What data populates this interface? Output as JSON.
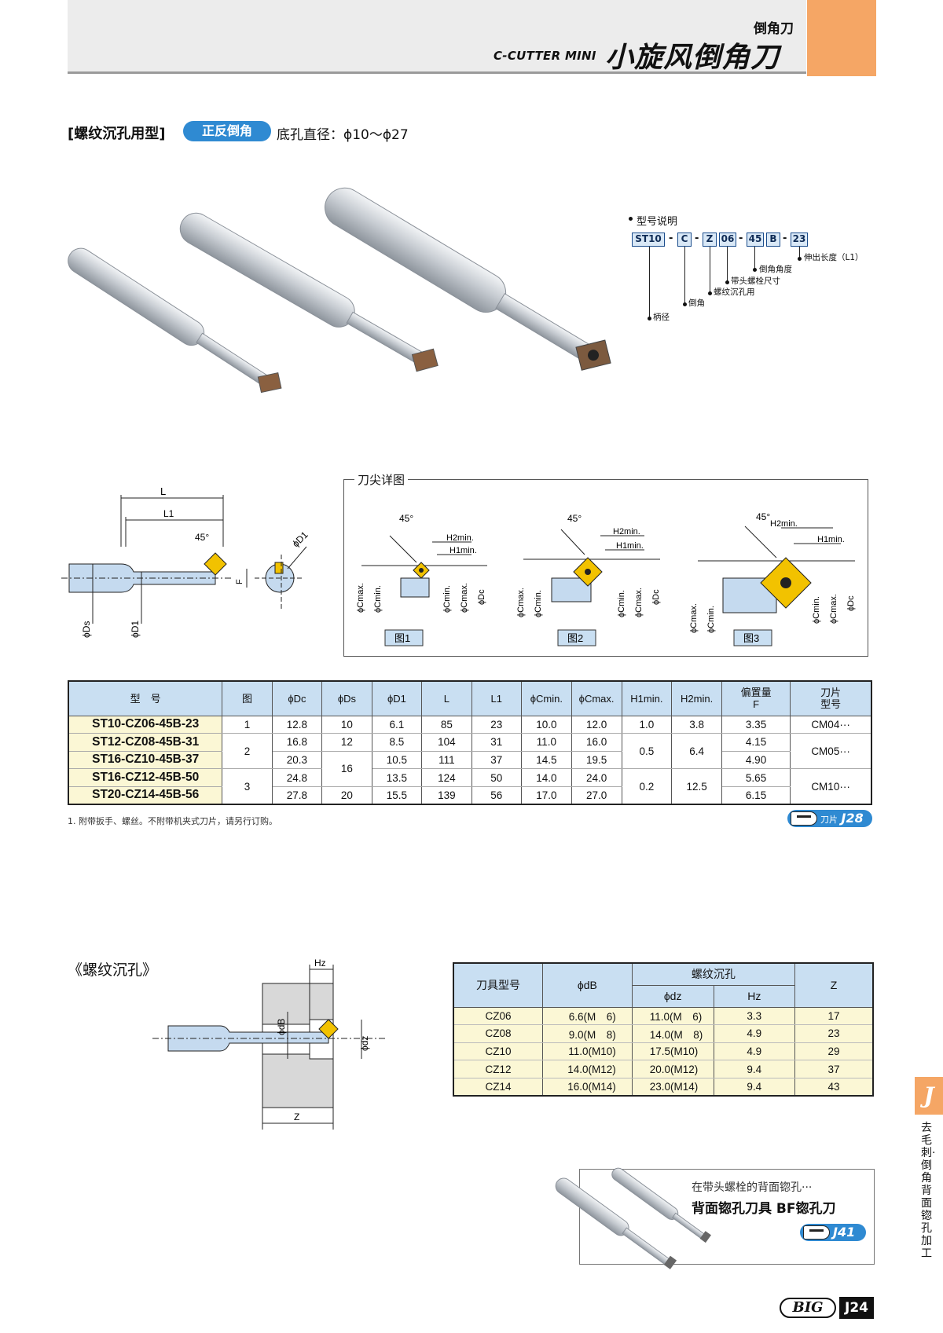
{
  "header": {
    "subtitle": "倒角刀",
    "product_en": "C-CUTTER MINI",
    "product_cn": "小旋风倒角刀"
  },
  "section": {
    "title": "[螺纹沉孔用型]",
    "badge": "正反倒角",
    "description": "底孔直径：ϕ10～ϕ27"
  },
  "model_code": {
    "heading": "型号说明",
    "parts": [
      "ST10",
      "C",
      "Z",
      "06",
      "45",
      "B",
      "23"
    ],
    "labels": [
      "柄径",
      "倒角",
      "螺纹沉孔用",
      "带头螺栓尺寸",
      "倒角角度",
      "伸出长度（L1）"
    ]
  },
  "dimension_drawing": {
    "L": "L",
    "L1": "L1",
    "angle": "45°",
    "Ds": "ϕDs",
    "D1": "ϕD1",
    "D1_side": "ϕD1",
    "F": "F"
  },
  "tip_detail": {
    "title": "刀尖详图",
    "figures": [
      "图1",
      "图2",
      "图3"
    ],
    "angle": "45°",
    "H1": "H1min.",
    "H2": "H2min.",
    "Cmax": "ϕCmax.",
    "Cmin": "ϕCmin.",
    "Dc": "ϕDc"
  },
  "spec_table": {
    "headers": [
      "型　号",
      "图",
      "ϕDc",
      "ϕDs",
      "ϕD1",
      "L",
      "L1",
      "ϕCmin.",
      "ϕCmax.",
      "H1min.",
      "H2min.",
      "偏置量\nF",
      "刀片\n型号"
    ],
    "rows": [
      {
        "model": "ST10-CZ06-45B-23",
        "fig": "1",
        "dc": "12.8",
        "ds": "10",
        "d1": "6.1",
        "l": "85",
        "l1": "23",
        "cmin": "10.0",
        "cmax": "12.0",
        "h1": "1.0",
        "h2": "3.8",
        "f": "3.35",
        "insert": "CM04···"
      },
      {
        "model": "ST12-CZ08-45B-31",
        "fig": "2",
        "dc": "16.8",
        "ds": "12",
        "d1": "8.5",
        "l": "104",
        "l1": "31",
        "cmin": "11.0",
        "cmax": "16.0",
        "h1": "0.5",
        "h2": "6.4",
        "f": "4.15",
        "insert": "CM05···"
      },
      {
        "model": "ST16-CZ10-45B-37",
        "dc": "20.3",
        "ds": "16",
        "d1": "10.5",
        "l": "111",
        "l1": "37",
        "cmin": "14.5",
        "cmax": "19.5",
        "f": "4.90"
      },
      {
        "model": "ST16-CZ12-45B-50",
        "fig": "3",
        "dc": "24.8",
        "d1": "13.5",
        "l": "124",
        "l1": "50",
        "cmin": "14.0",
        "cmax": "24.0",
        "h1": "0.2",
        "h2": "12.5",
        "f": "5.65",
        "insert": "CM10···"
      },
      {
        "model": "ST20-CZ14-45B-56",
        "dc": "27.8",
        "ds": "20",
        "d1": "15.5",
        "l": "139",
        "l1": "56",
        "cmin": "17.0",
        "cmax": "27.0",
        "f": "6.15"
      }
    ]
  },
  "footnote": "1. 附带扳手、螺丝。不附带机夹式刀片，请另行订购。",
  "ref_insert": {
    "label": "刀片",
    "page": "J28"
  },
  "section2": {
    "title": "《螺纹沉孔》",
    "drawing": {
      "Hz": "Hz",
      "dB": "ϕdB",
      "dz": "ϕdz",
      "Z": "Z"
    }
  },
  "csk_table": {
    "headers": {
      "model": "刀具型号",
      "db": "ϕdB",
      "group": "螺纹沉孔",
      "dz": "ϕdz",
      "hz": "Hz",
      "z": "Z"
    },
    "rows": [
      {
        "model": "CZ06",
        "db": "6.6(M　6)",
        "dz": "11.0(M　6)",
        "hz": "3.3",
        "z": "17"
      },
      {
        "model": "CZ08",
        "db": "9.0(M　8)",
        "dz": "14.0(M　8)",
        "hz": "4.9",
        "z": "23"
      },
      {
        "model": "CZ10",
        "db": "11.0(M10)",
        "dz": "17.5(M10)",
        "hz": "4.9",
        "z": "29"
      },
      {
        "model": "CZ12",
        "db": "14.0(M12)",
        "dz": "20.0(M12)",
        "hz": "9.4",
        "z": "37"
      },
      {
        "model": "CZ14",
        "db": "16.0(M14)",
        "dz": "23.0(M14)",
        "hz": "9.4",
        "z": "43"
      }
    ]
  },
  "promo": {
    "line1": "在带头螺栓的背面锪孔···",
    "line2": "背面锪孔刀具 BF锪孔刀",
    "ref": "J41"
  },
  "side_tab": {
    "letter": "J",
    "text": "去毛刺·倒角背面锪孔加工"
  },
  "footer": {
    "logo": "BIG",
    "page": "J24"
  },
  "colors": {
    "accent_orange": "#f5a665",
    "badge_blue": "#2f8ad2",
    "header_blue": "#c9dff2",
    "cell_yellow": "#fbf7d5"
  }
}
